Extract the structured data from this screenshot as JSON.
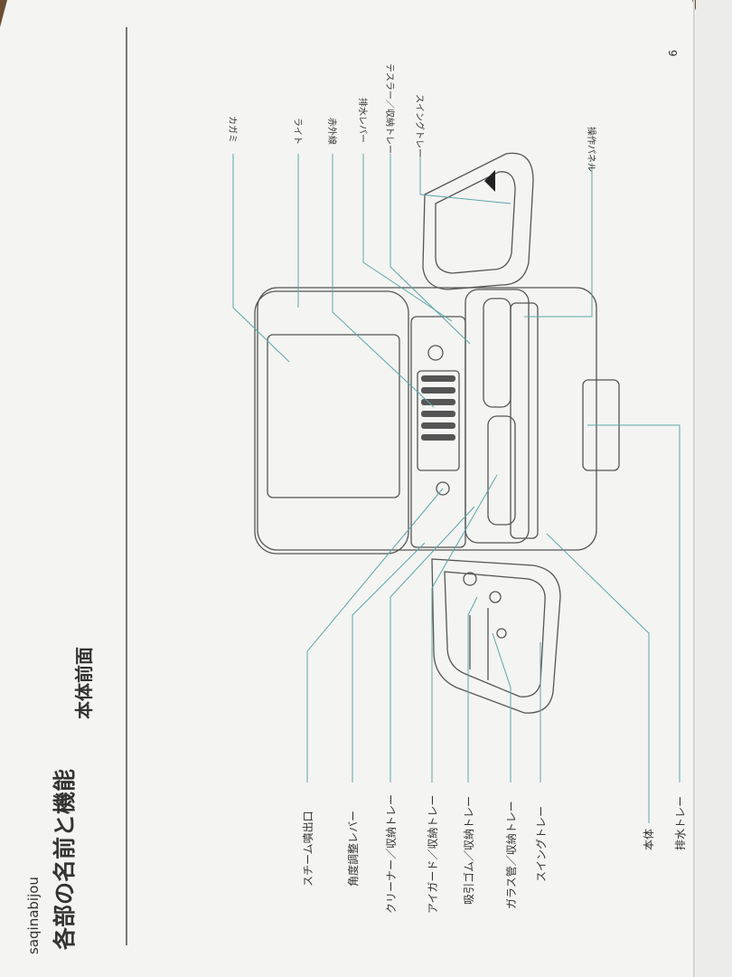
{
  "brand": "saqinabijou",
  "page": {
    "title": "各部の名前と機能",
    "subtitle": "本体前面",
    "page_number": "9"
  },
  "labels_top": {
    "mirror": "カガミ",
    "light": "ライト",
    "infrared": "赤外線",
    "drain_lever": "排水レバー",
    "tester_tray": "テスラー／収納トレー",
    "swing_tray_right": "スイングトレー",
    "control_panel": "操作パネル"
  },
  "labels_left": {
    "steam_outlet": "スチーム噴出口",
    "angle_lever": "角度調整レバー",
    "cleaner_tray": "クリーナー／収納トレー",
    "eyeguard_tray": "アイガード／収納トレー",
    "suction_rubber_tray": "吸引ゴム／収納トレー",
    "glass_tube_tray": "ガラス管／収納トレー",
    "swing_tray_left": "スイングトレー",
    "body": "本体",
    "drain_tray": "排水トレー"
  },
  "colors": {
    "leader": "#5aa7a8",
    "outline": "#555555",
    "paper": "#f4f4f2"
  }
}
